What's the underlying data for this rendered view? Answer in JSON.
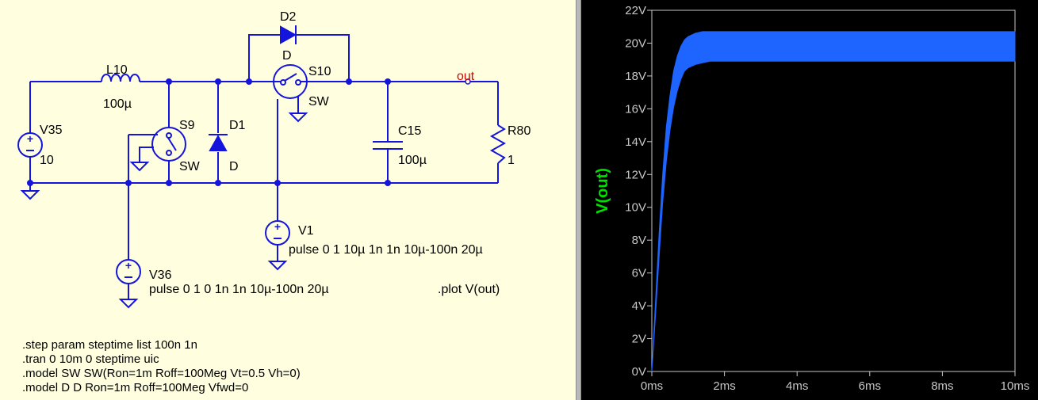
{
  "schematic": {
    "components": {
      "L10": {
        "name": "L10",
        "value": "100µ"
      },
      "D2": {
        "name": "D2",
        "value": "D"
      },
      "S10": {
        "name": "S10",
        "value": "SW"
      },
      "V35": {
        "name": "V35",
        "value": "10"
      },
      "S9": {
        "name": "S9",
        "value": "SW"
      },
      "D1": {
        "name": "D1",
        "value": "D"
      },
      "C15": {
        "name": "C15",
        "value": "100µ"
      },
      "R80": {
        "name": "R80",
        "value": "1"
      },
      "V1": {
        "name": "V1",
        "value": "pulse 0 1 10µ 1n 1n 10µ-100n 20µ"
      },
      "V36": {
        "name": "V36",
        "value": "pulse 0 1 0 1n 1n 10µ-100n 20µ"
      }
    },
    "net_label": "out",
    "plot_directive": ".plot V(out)",
    "directives": [
      ".step param steptime list 100n 1n",
      ".tran 0 10m 0 steptime uic",
      ".model SW SW(Ron=1m Roff=100Meg Vt=0.5 Vh=0)",
      ".model D D Ron=1m Roff=100Meg Vfwd=0"
    ]
  },
  "waveform": {
    "trace_name": "V(out)",
    "trace_color": "#00e000",
    "band_color": "#1e64ff",
    "y_ticks": [
      "0V",
      "2V",
      "4V",
      "6V",
      "8V",
      "10V",
      "12V",
      "14V",
      "16V",
      "18V",
      "20V",
      "22V"
    ],
    "x_ticks": [
      "0ms",
      "2ms",
      "4ms",
      "6ms",
      "8ms",
      "10ms"
    ]
  },
  "chart_data": {
    "type": "area",
    "title": "",
    "xlabel": "",
    "ylabel": "V(out)",
    "xlim": [
      0,
      10
    ],
    "ylim": [
      0,
      22
    ],
    "x_unit": "ms",
    "y_unit": "V",
    "series": [
      {
        "name": "V(out)",
        "x": [
          0,
          0.1,
          0.2,
          0.3,
          0.4,
          0.5,
          0.6,
          0.7,
          0.8,
          0.9,
          1.0,
          1.2,
          1.4,
          1.6,
          2.0,
          4.0,
          6.0,
          8.0,
          10.0
        ],
        "upper": [
          0,
          4.2,
          8.4,
          12.0,
          14.9,
          16.8,
          18.3,
          19.2,
          19.8,
          20.2,
          20.4,
          20.6,
          20.7,
          20.7,
          20.7,
          20.7,
          20.7,
          20.7,
          20.7
        ],
        "lower": [
          0,
          3.4,
          7.0,
          10.3,
          12.8,
          14.7,
          16.1,
          17.1,
          17.8,
          18.3,
          18.5,
          18.7,
          18.8,
          18.9,
          18.9,
          18.9,
          18.9,
          18.9,
          18.9
        ]
      }
    ]
  }
}
